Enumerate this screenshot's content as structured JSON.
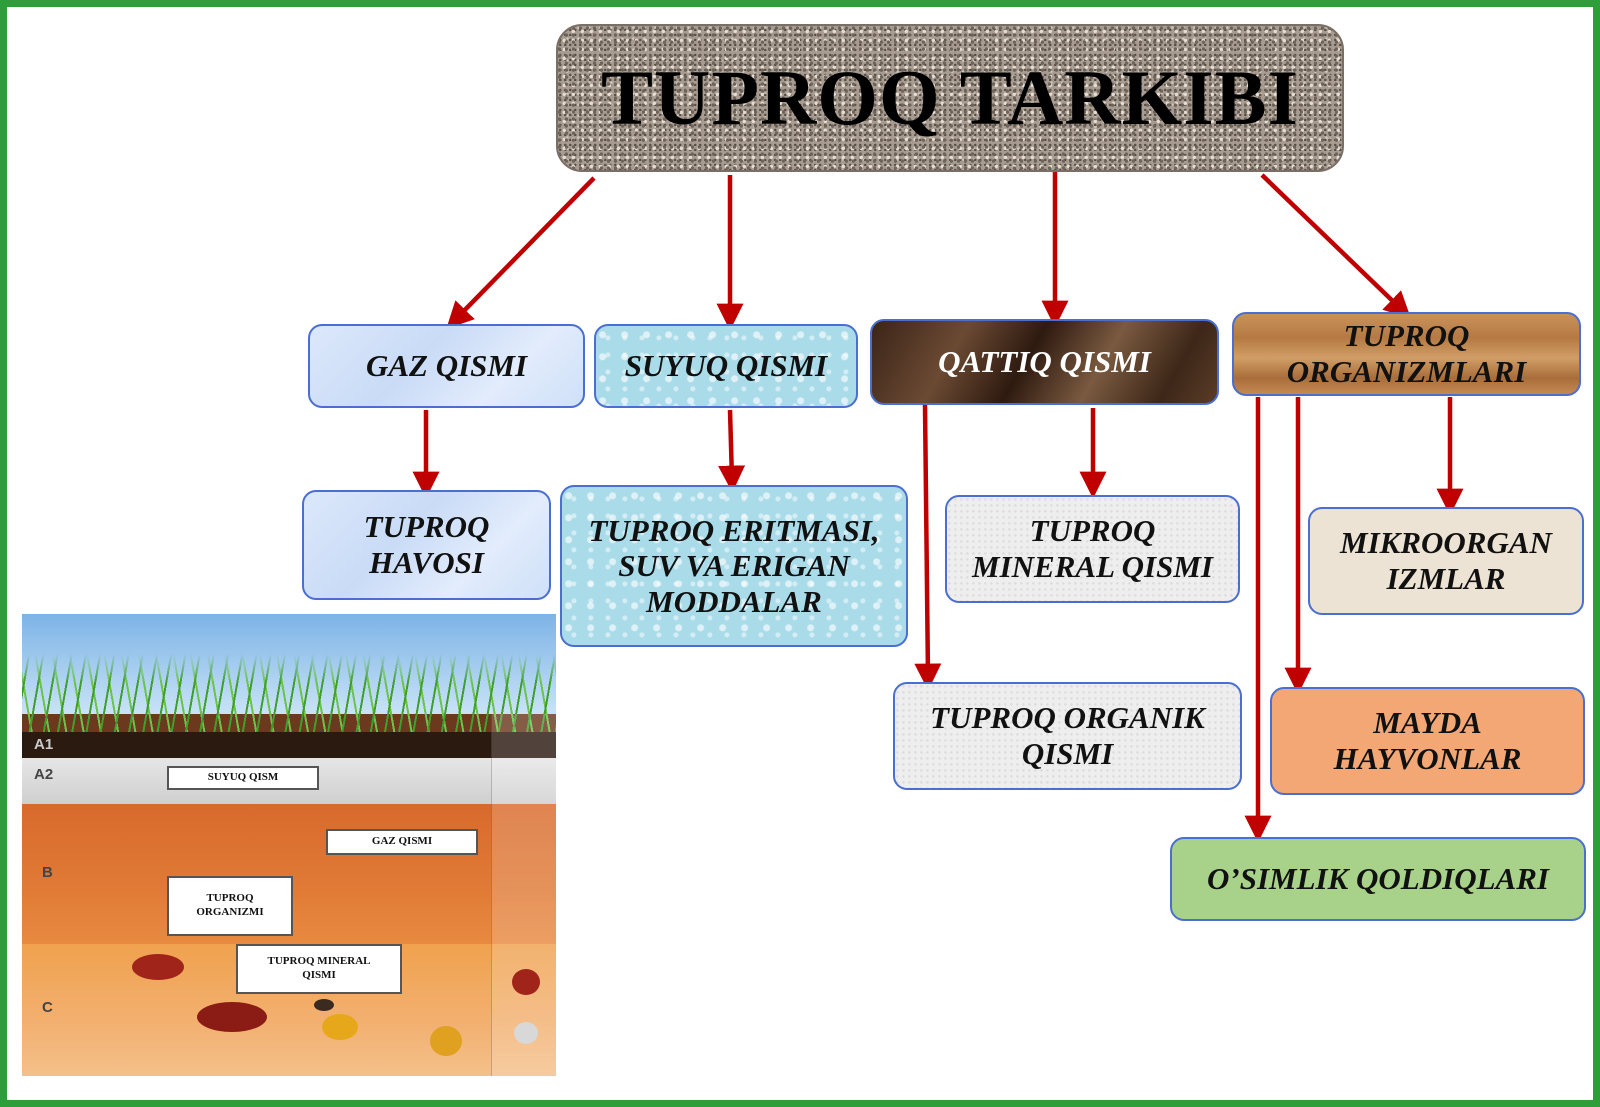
{
  "title": "TUPROQ TARKIBI",
  "level1": {
    "gaz": "GAZ QISMI",
    "suyuq": "SUYUQ QISMI",
    "qattiq": "QATTIQ QISMI",
    "organizmlar": "TUPROQ ORGANIZMLARI"
  },
  "level2": {
    "havosi": "TUPROQ HAVOSI",
    "eritmasi": "TUPROQ ERITMASI, SUV VA ERIGAN MODDALAR",
    "mineral": "TUPROQ MINERAL QISMI",
    "organik": "TUPROQ ORGANIK QISMI",
    "mikro": "MIKROORGAN IZMLAR",
    "mayda": "MAYDA HAYVONLAR",
    "osimlik": "O’SIMLIK QOLDIQLARI"
  },
  "illustration": {
    "layers": [
      "A1",
      "A2",
      "B",
      "C"
    ],
    "tags": {
      "suyuq": "SUYUQ QISM",
      "gaz": "GAZ QISMI",
      "organizm": "TUPROQ ORGANIZMI",
      "mineral": "TUPROQ MINERAL QISMI"
    }
  },
  "colors": {
    "frame": "#2e9e3a",
    "arrow": "#c00000",
    "node_border": "#4a6ed1"
  }
}
